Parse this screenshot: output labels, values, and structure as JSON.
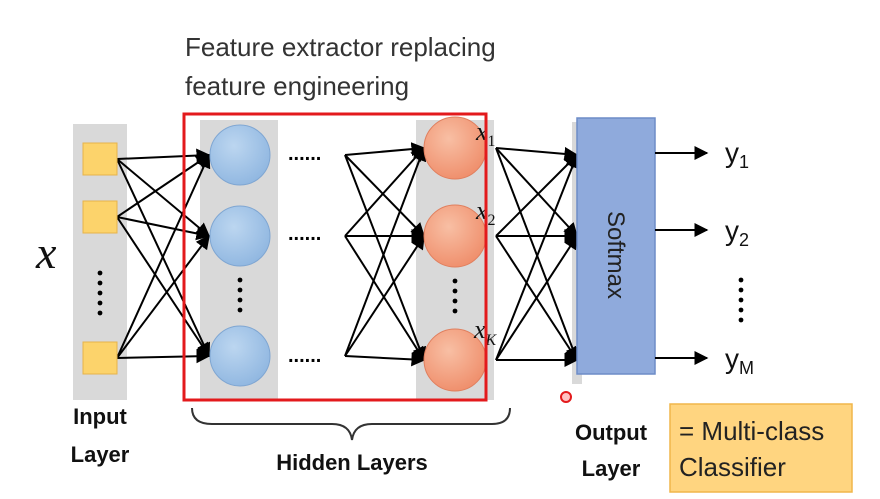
{
  "caption": {
    "line1": "Feature extractor replacing",
    "line2": "feature engineering"
  },
  "input": {
    "symbol": "x",
    "label_line1": "Input",
    "label_line2": "Layer"
  },
  "hidden": {
    "dots": "......",
    "label": "Hidden Layers"
  },
  "features": {
    "x1": {
      "base": "x",
      "sub": "1"
    },
    "x2": {
      "base": "x",
      "sub": "2"
    },
    "xK": {
      "base": "x",
      "sub": "K"
    }
  },
  "output": {
    "box_label": "Softmax",
    "label_line1": "Output",
    "label_line2": "Layer",
    "y1": {
      "base": "y",
      "sub": "1"
    },
    "y2": {
      "base": "y",
      "sub": "2"
    },
    "yM": {
      "base": "y",
      "sub": "M"
    }
  },
  "note": {
    "line1": "= Multi-class",
    "line2": "Classifier"
  },
  "colors": {
    "input_node": "#fcd36b",
    "hidden_node": "#9dc3e6",
    "feature_node": "#f4a582",
    "column_bg": "#d9d9d9",
    "highlight_box": "#e31a1c",
    "softmax_box": "#8faadc",
    "note_bg": "#ffd580"
  }
}
